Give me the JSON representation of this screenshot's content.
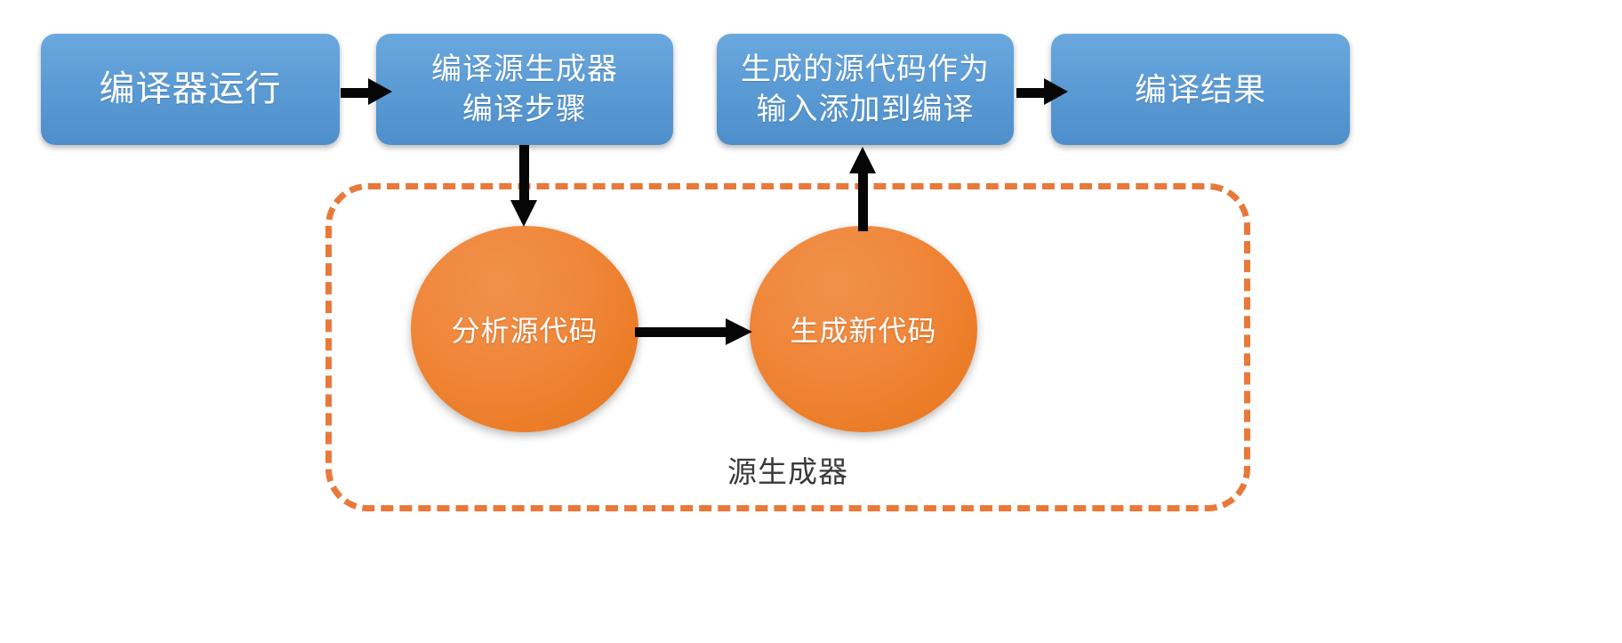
{
  "diagram": {
    "title_text": "",
    "colors": {
      "box_fill": "#5B9BD5",
      "circle_fill": "#ED7D24",
      "dashed_border": "#E8793B",
      "arrow": "#060606",
      "box_text": "#FFFFFF",
      "circle_text": "#FFFFFF",
      "group_label_text": "#3A3A3A",
      "background": "#FFFFFF"
    },
    "process_boxes": [
      {
        "id": "compiler-run",
        "label": "编译器运行"
      },
      {
        "id": "compile-generator",
        "label": "编译源生成器\n编译步骤"
      },
      {
        "id": "generated-source",
        "label": "生成的源代码作为\n输入添加到编译"
      },
      {
        "id": "compile-result",
        "label": "编译结果"
      }
    ],
    "group": {
      "label": "源生成器",
      "border_style": "dashed"
    },
    "nodes": [
      {
        "id": "analyze-source",
        "label": "分析源代码",
        "shape": "circle"
      },
      {
        "id": "generate-code",
        "label": "生成新代码",
        "shape": "circle"
      }
    ],
    "arrows": [
      {
        "id": "run-to-generator",
        "from": "compiler-run",
        "to": "compile-generator",
        "direction": "right"
      },
      {
        "id": "generator-to-analyze",
        "from": "compile-generator",
        "to": "analyze-source",
        "direction": "down"
      },
      {
        "id": "analyze-to-generate",
        "from": "analyze-source",
        "to": "generate-code",
        "direction": "right"
      },
      {
        "id": "generate-to-source",
        "from": "generate-code",
        "to": "generated-source",
        "direction": "up"
      },
      {
        "id": "source-to-result",
        "from": "generated-source",
        "to": "compile-result",
        "direction": "right"
      }
    ]
  }
}
